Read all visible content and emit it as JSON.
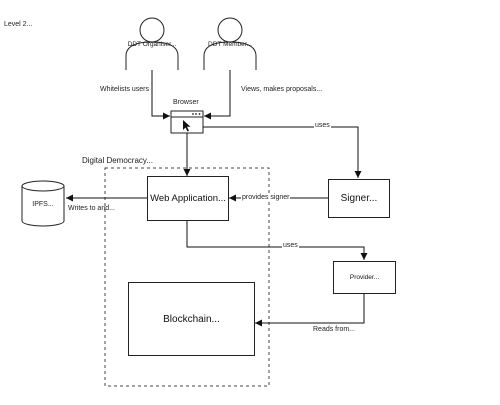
{
  "level": "Level 2...",
  "actors": {
    "organiser": "DDT Organiser...",
    "member": "DDT Member..."
  },
  "browser": {
    "label": "Browser"
  },
  "boundary": {
    "label": "Digital Democracy..."
  },
  "nodes": {
    "web_app": "Web Application...",
    "signer": "Signer...",
    "provider": "Provider...",
    "blockchain": "Blockchain...",
    "ipfs": "IPFS..."
  },
  "edges": {
    "whitelists": "Whitelists users",
    "views": "Views, makes proposals...",
    "browser_uses": "uses",
    "provides_signer": "provides signer",
    "writes": "Writes to and...",
    "app_uses": "uses",
    "reads": "Reads from..."
  }
}
